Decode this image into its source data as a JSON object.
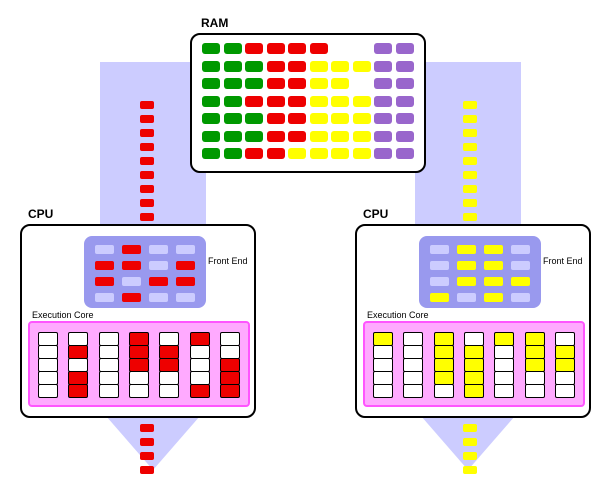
{
  "colors": {
    "green": "#009900",
    "red": "#ee0000",
    "yellow": "#ffff00",
    "purple": "#9966cc",
    "white": "#ffffff",
    "arrow": "#ccccff",
    "frontend_bg": "#9999ee",
    "frontend_cell_light": "#ccccff",
    "core_fill": "#ffaaff",
    "core_border": "#ff55ff"
  },
  "ram": {
    "label": "RAM",
    "grid": [
      [
        "G",
        "G",
        "R",
        "R",
        "R",
        "R",
        "_",
        "_",
        "P",
        "P"
      ],
      [
        "G",
        "G",
        "G",
        "R",
        "R",
        "Y",
        "Y",
        "Y",
        "P",
        "P"
      ],
      [
        "G",
        "G",
        "G",
        "R",
        "R",
        "Y",
        "Y",
        "_",
        "P",
        "P"
      ],
      [
        "G",
        "G",
        "R",
        "R",
        "R",
        "Y",
        "Y",
        "Y",
        "P",
        "P"
      ],
      [
        "G",
        "G",
        "G",
        "R",
        "R",
        "Y",
        "Y",
        "Y",
        "P",
        "P"
      ],
      [
        "G",
        "G",
        "G",
        "R",
        "R",
        "Y",
        "Y",
        "Y",
        "P",
        "P"
      ],
      [
        "G",
        "G",
        "R",
        "R",
        "Y",
        "Y",
        "Y",
        "Y",
        "P",
        "P"
      ]
    ]
  },
  "cpu_left": {
    "label": "CPU",
    "frontend_label": "Front End",
    "core_label": "Execution Core",
    "stream_color": "R",
    "stream_top_count": 9,
    "stream_bottom_count": 4,
    "frontend_grid": [
      [
        "L",
        "R",
        "L",
        "L"
      ],
      [
        "R",
        "R",
        "L",
        "R"
      ],
      [
        "R",
        "L",
        "R",
        "R"
      ],
      [
        "L",
        "R",
        "L",
        "L"
      ]
    ],
    "core_columns": [
      [
        "W",
        "W",
        "W",
        "W",
        "W"
      ],
      [
        "W",
        "R",
        "W",
        "R",
        "R"
      ],
      [
        "W",
        "W",
        "W",
        "W",
        "W"
      ],
      [
        "R",
        "R",
        "R",
        "W",
        "W"
      ],
      [
        "W",
        "R",
        "R",
        "W",
        "W"
      ],
      [
        "R",
        "W",
        "W",
        "W",
        "R"
      ],
      [
        "W",
        "W",
        "R",
        "R",
        "R"
      ]
    ]
  },
  "cpu_right": {
    "label": "CPU",
    "frontend_label": "Front End",
    "core_label": "Execution Core",
    "stream_color": "Y",
    "stream_top_count": 9,
    "stream_bottom_count": 4,
    "frontend_grid": [
      [
        "L",
        "Y",
        "Y",
        "L"
      ],
      [
        "L",
        "Y",
        "Y",
        "L"
      ],
      [
        "L",
        "Y",
        "Y",
        "Y"
      ],
      [
        "Y",
        "L",
        "Y",
        "L"
      ]
    ],
    "core_columns": [
      [
        "Y",
        "W",
        "W",
        "W",
        "W"
      ],
      [
        "W",
        "W",
        "W",
        "W",
        "W"
      ],
      [
        "Y",
        "Y",
        "Y",
        "Y",
        "W"
      ],
      [
        "W",
        "Y",
        "Y",
        "Y",
        "Y"
      ],
      [
        "Y",
        "W",
        "W",
        "W",
        "W"
      ],
      [
        "Y",
        "Y",
        "Y",
        "W",
        "W"
      ],
      [
        "W",
        "Y",
        "Y",
        "W",
        "W"
      ]
    ]
  }
}
